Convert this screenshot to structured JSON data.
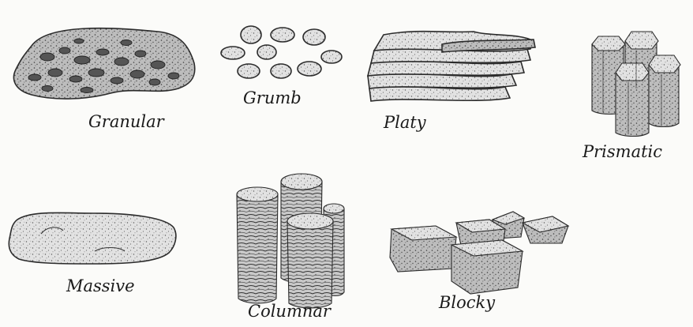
{
  "labels": {
    "granular": "Granular",
    "crumb": "Grumb",
    "platy": "Platy",
    "prismatic": "Prismatic",
    "massive": "Massive",
    "columnar": "Columnar",
    "blocky": "Blocky"
  }
}
